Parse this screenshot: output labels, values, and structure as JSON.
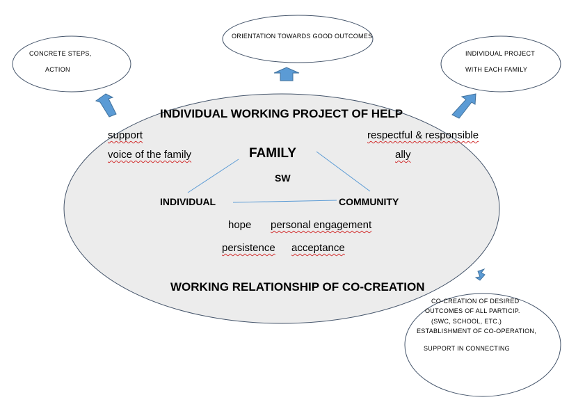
{
  "colors": {
    "ellipse_fill": "#ececec",
    "outline": "#44546a",
    "arrow": "#5b9bd5",
    "connector": "#5b9bd5",
    "spell_underline": "#d23030"
  },
  "bubbles": {
    "concrete": {
      "line1": "CONCRETE  STEPS,",
      "line2": "ACTION"
    },
    "orientation": {
      "line1": "ORIENTATION  TOWARDS GOOD OUTCOMES"
    },
    "individual_project": {
      "line1": "INDIVIDUAL PROJECT",
      "line2": "WITH EACH FAMILY"
    },
    "cocreation": {
      "line1": "CO-CREATION   OF DESIRED",
      "line2": "OUTCOMES  OF ALL PARTICIP.",
      "line3": "(SWC, SCHOOL,  ETC.)",
      "line4": "ESTABLISHMENT  OF CO-OPERATION,",
      "line5": "SUPPORT  IN CONNECTING"
    }
  },
  "main": {
    "title_top": "INDIVIDUAL WORKING PROJECT OF HELP",
    "title_bottom": "WORKING RELATIONSHIP OF CO-CREATION",
    "left_top": "support",
    "left_bottom": "voice of the family",
    "right_top": "respectful & responsible",
    "right_bottom": "ally",
    "family": "FAMILY",
    "sw": "SW",
    "individual": "INDIVIDUAL",
    "community": "COMMUNITY",
    "hope": "hope",
    "engagement": "personal engagement",
    "persistence": "persistence",
    "acceptance": "acceptance"
  }
}
